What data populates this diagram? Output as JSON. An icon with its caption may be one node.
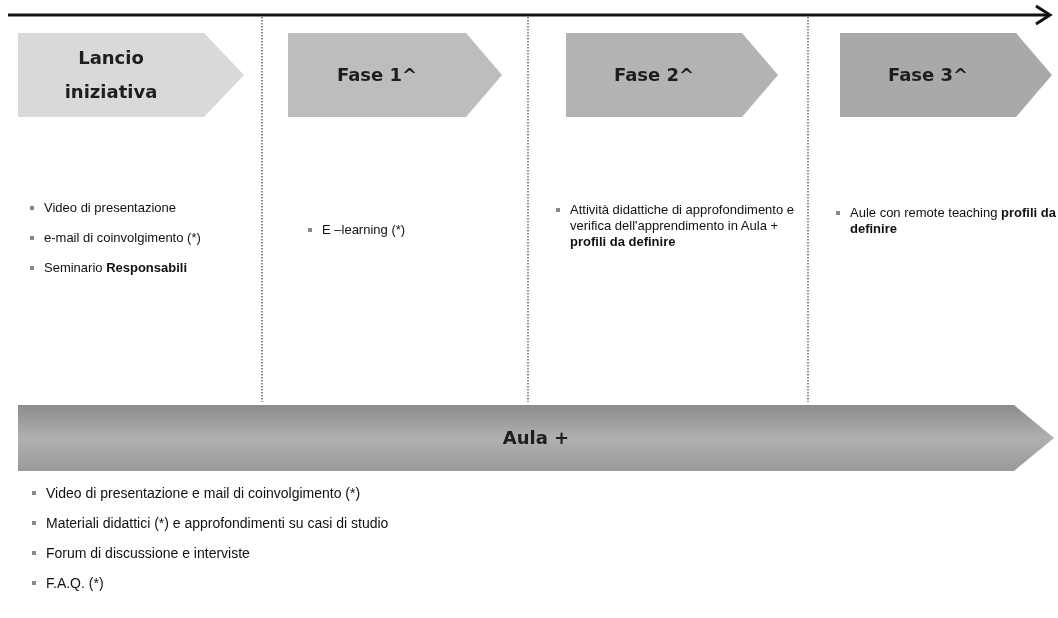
{
  "diagram": {
    "nodes": [
      {
        "text": [
          "Lancio iniziativa"
        ]
      },
      {
        "text": [
          "Fase 1^"
        ]
      },
      {
        "text": [
          "Fase 2^"
        ]
      },
      {
        "text": [
          "Fase 3^"
        ]
      },
      {
        "text": [
          "Aula +"
        ]
      }
    ],
    "labels": [
      "Video di presentazione",
      "e-mail di coinvolgimento (*)",
      "Seminario **Responsabili**",
      "E –learning (*)",
      "Attività didattiche di approfondimento e verifica dell'apprendimento in Aula + **profili da definire**",
      "Aule con remote teaching **profili da definire**",
      "Video di presentazione e mail di coinvolgimento (*)",
      "Materiali didattici (*) e approfondimenti su casi di studio",
      "Forum di discussione e interviste",
      "F.A.Q. (*)"
    ]
  }
}
